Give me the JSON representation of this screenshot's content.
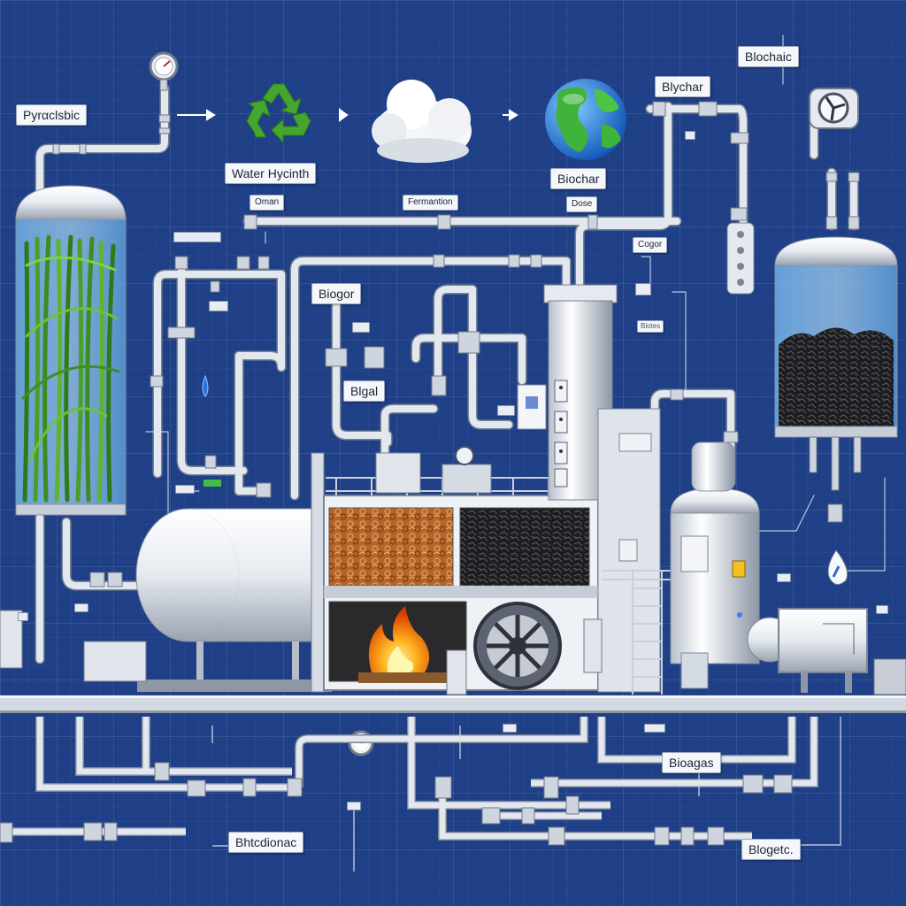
{
  "labels": {
    "pyrolysis": "Pyrαclsbic",
    "water_hyacinth": "Water Hycinth",
    "biochar_top": "Biochar",
    "biochar_mid": "Blychar",
    "biochaic": "Blochaic",
    "oman": "Oman",
    "fermentation": "Fermantion",
    "dose": "Dose",
    "cogen": "Cogor",
    "biogor": "Biogor",
    "bigal": "Blgal",
    "biogas": "Bioagas",
    "bioetc": "Blogetc.",
    "bottom_left": "Bhtcdionac",
    "blotes": "Blotes"
  },
  "icons": [
    "recycle-icon",
    "cloud-icon",
    "earth-icon",
    "pressure-gauge-icon",
    "flame-icon",
    "gear-wheel-icon",
    "water-drop-icon",
    "fan-icon"
  ],
  "colors": {
    "background": "#1f3f86",
    "pipe": "#dfe4ec",
    "recycle": "#46a52d",
    "hyacinth": "#3f8f24",
    "fire": "#ff8a1a",
    "biochar": "#262626",
    "biomass": "#b5652a"
  }
}
